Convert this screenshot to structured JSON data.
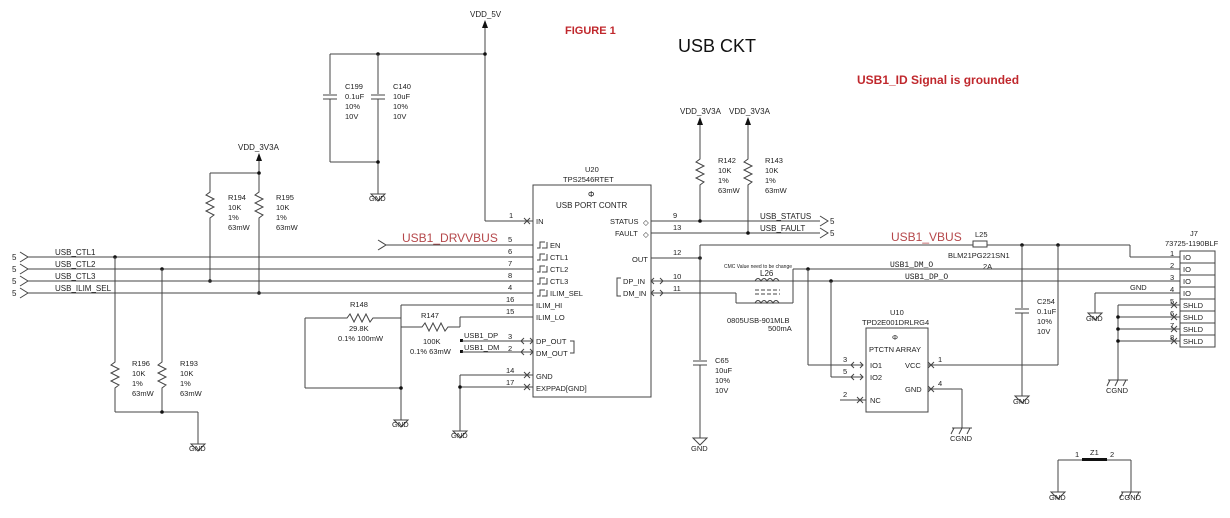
{
  "header": {
    "figure_label": "FIGURE 1",
    "title": "USB  CKT",
    "note": "USB1_ID Signal is grounded"
  },
  "power": {
    "vdd5": "VDD_5V",
    "vdd3v3a": "VDD_3V3A",
    "gnd": "GND",
    "cgnd": "CGND"
  },
  "caps": {
    "c199": {
      "ref": "C199",
      "val": "0.1uF",
      "tol": "10%",
      "volt": "10V"
    },
    "c140": {
      "ref": "C140",
      "val": "10uF",
      "tol": "10%",
      "volt": "10V"
    },
    "c65": {
      "ref": "C65",
      "val": "10uF",
      "tol": "10%",
      "volt": "10V"
    },
    "c254": {
      "ref": "C254",
      "val": "0.1uF",
      "tol": "10%",
      "volt": "10V"
    }
  },
  "resistors": {
    "r194": {
      "ref": "R194",
      "val": "10K",
      "tol": "1%",
      "pwr": "63mW"
    },
    "r195": {
      "ref": "R195",
      "val": "10K",
      "tol": "1%",
      "pwr": "63mW"
    },
    "r196": {
      "ref": "R196",
      "val": "10K",
      "tol": "1%",
      "pwr": "63mW"
    },
    "r193": {
      "ref": "R193",
      "val": "10K",
      "tol": "1%",
      "pwr": "63mW"
    },
    "r142": {
      "ref": "R142",
      "val": "10K",
      "tol": "1%",
      "pwr": "63mW"
    },
    "r143": {
      "ref": "R143",
      "val": "10K",
      "tol": "1%",
      "pwr": "63mW"
    },
    "r148": {
      "ref": "R148",
      "val": "29.8K",
      "spec": "0.1%  100mW"
    },
    "r147": {
      "ref": "R147",
      "val": "100K",
      "spec": "0.1%  63mW"
    }
  },
  "nets": {
    "ctl1": "USB_CTL1",
    "ctl2": "USB_CTL2",
    "ctl3": "USB_CTL3",
    "ilim_sel": "USB_ILIM_SEL",
    "sheet": "5",
    "drvvbus": "USB1_DRVVBUS",
    "status": "USB_STATUS",
    "fault": "USB_FAULT",
    "vbus": "USB1_VBUS",
    "dm_o": "USB1_DM_O",
    "dp_o": "USB1_DP_O",
    "dp": "USB1_DP",
    "dm": "USB1_DM"
  },
  "u20": {
    "ref": "U20",
    "part": "TPS2546RTET",
    "desc": "USB PORT CONTR",
    "pins_left": [
      {
        "num": "1",
        "name": "IN"
      },
      {
        "num": "5",
        "name": "EN"
      },
      {
        "num": "6",
        "name": "CTL1"
      },
      {
        "num": "7",
        "name": "CTL2"
      },
      {
        "num": "8",
        "name": "CTL3"
      },
      {
        "num": "4",
        "name": "ILIM_SEL"
      },
      {
        "num": "16",
        "name": "ILIM_HI"
      },
      {
        "num": "15",
        "name": "ILIM_LO"
      },
      {
        "num": "3",
        "name": "DP_OUT"
      },
      {
        "num": "2",
        "name": "DM_OUT"
      },
      {
        "num": "14",
        "name": "GND"
      },
      {
        "num": "17",
        "name": "EXPPAD[GND]"
      }
    ],
    "pins_right": [
      {
        "num": "9",
        "name": "STATUS"
      },
      {
        "num": "13",
        "name": "FAULT"
      },
      {
        "num": "12",
        "name": "OUT"
      },
      {
        "num": "10",
        "name": "DP_IN"
      },
      {
        "num": "11",
        "name": "DM_IN"
      }
    ]
  },
  "l26": {
    "ref": "L26",
    "note": "CMC Value need to be change",
    "part": "0805USB-901MLB",
    "rating": "500mA"
  },
  "l25": {
    "ref": "L25",
    "part": "BLM21PG221SN1",
    "rating": "2A"
  },
  "u10": {
    "ref": "U10",
    "part": "TPD2E001DRLRG4",
    "desc": "PTCTN ARRAY",
    "pins": [
      {
        "num": "3",
        "name": "IO1"
      },
      {
        "num": "5",
        "name": "IO2"
      },
      {
        "num": "2",
        "name": "NC"
      },
      {
        "num": "1",
        "name": "VCC"
      },
      {
        "num": "4",
        "name": "GND"
      }
    ]
  },
  "j7": {
    "ref": "J7",
    "part": "73725-1190BLF",
    "pins": [
      {
        "num": "1",
        "name": "IO"
      },
      {
        "num": "2",
        "name": "IO"
      },
      {
        "num": "3",
        "name": "IO"
      },
      {
        "num": "4",
        "name": "IO"
      },
      {
        "num": "5",
        "name": "SHLD"
      },
      {
        "num": "6",
        "name": "SHLD"
      },
      {
        "num": "7",
        "name": "SHLD"
      },
      {
        "num": "8",
        "name": "SHLD"
      }
    ]
  },
  "z1": {
    "ref": "Z1",
    "pin1": "1",
    "pin2": "2"
  }
}
